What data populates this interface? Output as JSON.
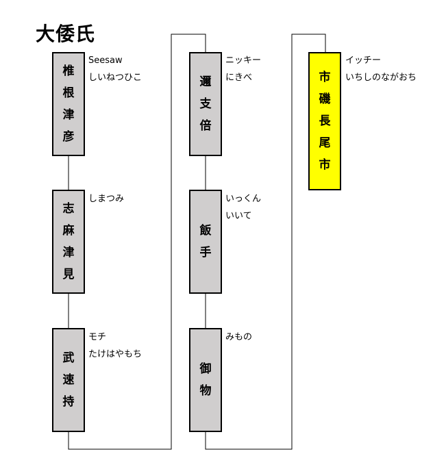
{
  "title": "大倭氏",
  "colors": {
    "box_fill": "#d0cece",
    "highlight_fill": "#ffff00",
    "line": "#000000"
  },
  "nodes": [
    {
      "id": "n1",
      "label": "椎根津彦",
      "note1": "Seesaw",
      "note2": "しいねつひこ"
    },
    {
      "id": "n2",
      "label": "志麻津見",
      "note1": "しまつみ",
      "note2": ""
    },
    {
      "id": "n3",
      "label": "武速持",
      "note1": "モチ",
      "note2": "たけはやもち"
    },
    {
      "id": "n4",
      "label": "邇支倍",
      "note1": "ニッキー",
      "note2": "にきべ"
    },
    {
      "id": "n5",
      "label": "飯手",
      "note1": "いっくん",
      "note2": "いいて"
    },
    {
      "id": "n6",
      "label": "御物",
      "note1": "みもの",
      "note2": ""
    },
    {
      "id": "n7",
      "label": "市磯長尾市",
      "note1": "イッチー",
      "note2": "いちしのながおち",
      "highlight": true
    }
  ]
}
